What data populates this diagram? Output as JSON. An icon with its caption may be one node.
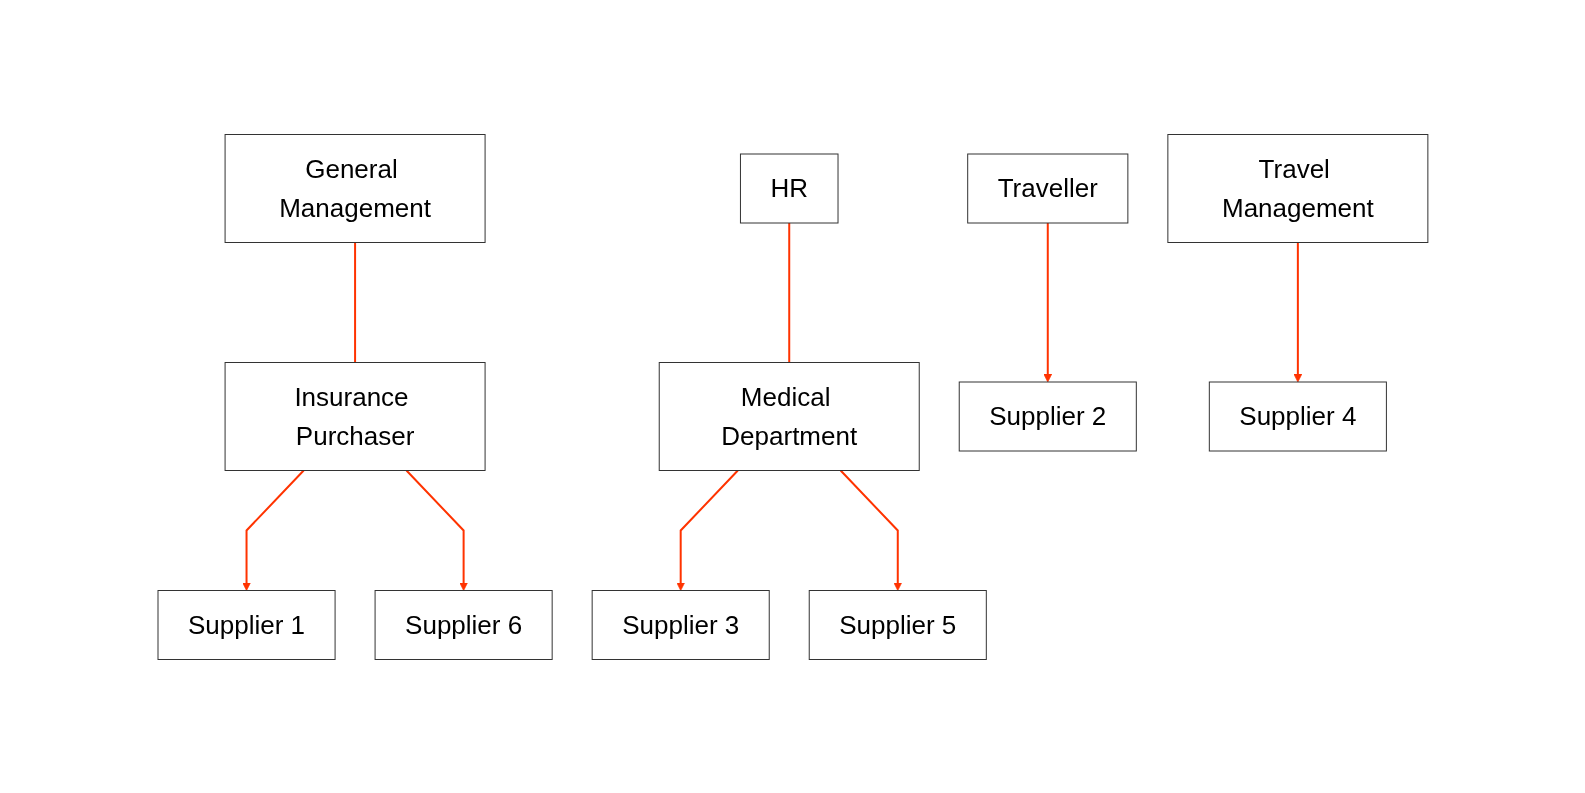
{
  "diagram": {
    "nodes": [
      {
        "text": [
          "Travel Management"
        ]
      },
      {
        "text": [
          "General Management"
        ]
      },
      {
        "text": [
          "HR"
        ]
      },
      {
        "text": [
          "Traveller"
        ]
      },
      {
        "text": [
          "Insurance Purchaser"
        ]
      },
      {
        "text": [
          "Medical Department"
        ]
      },
      {
        "text": [
          "Supplier 1"
        ]
      },
      {
        "text": [
          "Supplier 2"
        ]
      },
      {
        "text": [
          "Supplier 3"
        ]
      },
      {
        "text": [
          "Supplier 4"
        ]
      },
      {
        "text": [
          "Supplier 5"
        ]
      },
      {
        "text": [
          "Supplier 6"
        ]
      }
    ],
    "edges": [
      {
        "from": 0,
        "to": 9,
        "arrow": "to"
      },
      {
        "from": 1,
        "to": 4,
        "arrow": "none"
      },
      {
        "from": 2,
        "to": 5,
        "arrow": "none"
      },
      {
        "from": 3,
        "to": 7,
        "arrow": "to"
      },
      {
        "from": 4,
        "to": 6,
        "arrow": "to"
      },
      {
        "from": 4,
        "to": 11,
        "arrow": "to"
      },
      {
        "from": 5,
        "to": 8,
        "arrow": "to"
      },
      {
        "from": 5,
        "to": 10,
        "arrow": "to"
      }
    ]
  }
}
